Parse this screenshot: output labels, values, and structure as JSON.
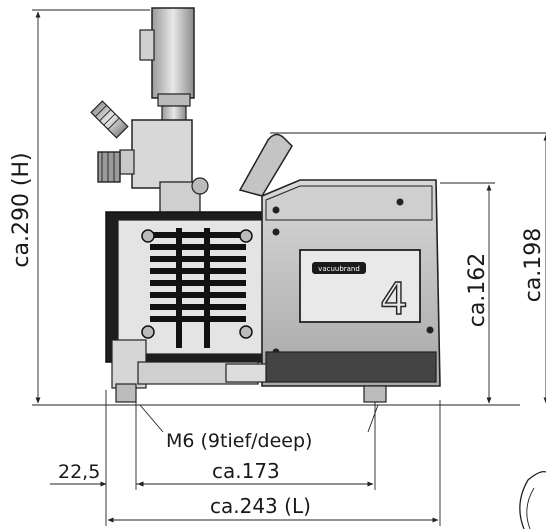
{
  "dimensions": {
    "height_label": "ca.290 (H)",
    "height_198": "ca.198",
    "height_162": "ca.162",
    "offset_22_5": "22,5",
    "width_173": "ca.173",
    "length_243": "ca.243 (L)",
    "thread_note": "M6 (9tief/deep)"
  },
  "pump": {
    "model_number": "4",
    "brand_badge": "vacuubrand"
  },
  "colors": {
    "line": "#222222",
    "body_fill": "#c9c9c9",
    "panel_fill": "#e6e6e6",
    "dark": "#2a2a2a",
    "grille": "#111111"
  }
}
